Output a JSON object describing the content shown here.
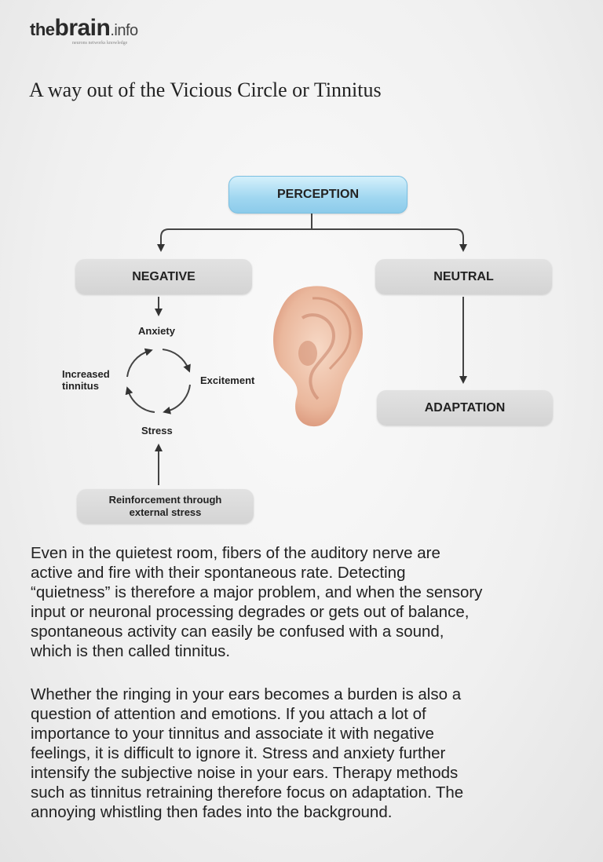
{
  "logo": {
    "the": "the",
    "brain": "brain",
    "info": ".info",
    "tagline": "neurons networks knowledge"
  },
  "title": "A way out of the Vicious Circle or Tinnitus",
  "diagram": {
    "perception": "PERCEPTION",
    "negative": "NEGATIVE",
    "neutral": "NEUTRAL",
    "adaptation": "ADAPTATION",
    "reinforcement": "Reinforcement through external stress",
    "cycle": {
      "anxiety": "Anxiety",
      "excitement": "Excitement",
      "stress": "Stress",
      "increased": "Increased",
      "tinnitus": "tinnitus"
    },
    "perception_color": "#9fd6f0",
    "box_color": "#d8d8d8"
  },
  "paragraphs": [
    {
      "lines": [
        "Even in the quietest room, fibers of the auditory nerve are",
        "active and fire with their spontaneous rate. Detecting",
        "“quietness” is therefore a major problem, and when the sensory",
        "input or neuronal processing degrades or gets out of balance,",
        "spontaneous activity can easily be confused with a sound,",
        "which is then called tinnitus."
      ]
    },
    {
      "lines": [
        "Whether the ringing in your ears becomes a burden is also a",
        "question of attention and emotions. If you attach a lot of",
        "importance to your tinnitus and associate it with negative",
        "feelings, it is difficult to ignore it. Stress and anxiety further",
        "intensify the subjective noise in your ears. Therapy methods",
        "such as tinnitus retraining therefore focus on adaptation. The",
        "annoying whistling then fades into the background."
      ]
    }
  ]
}
